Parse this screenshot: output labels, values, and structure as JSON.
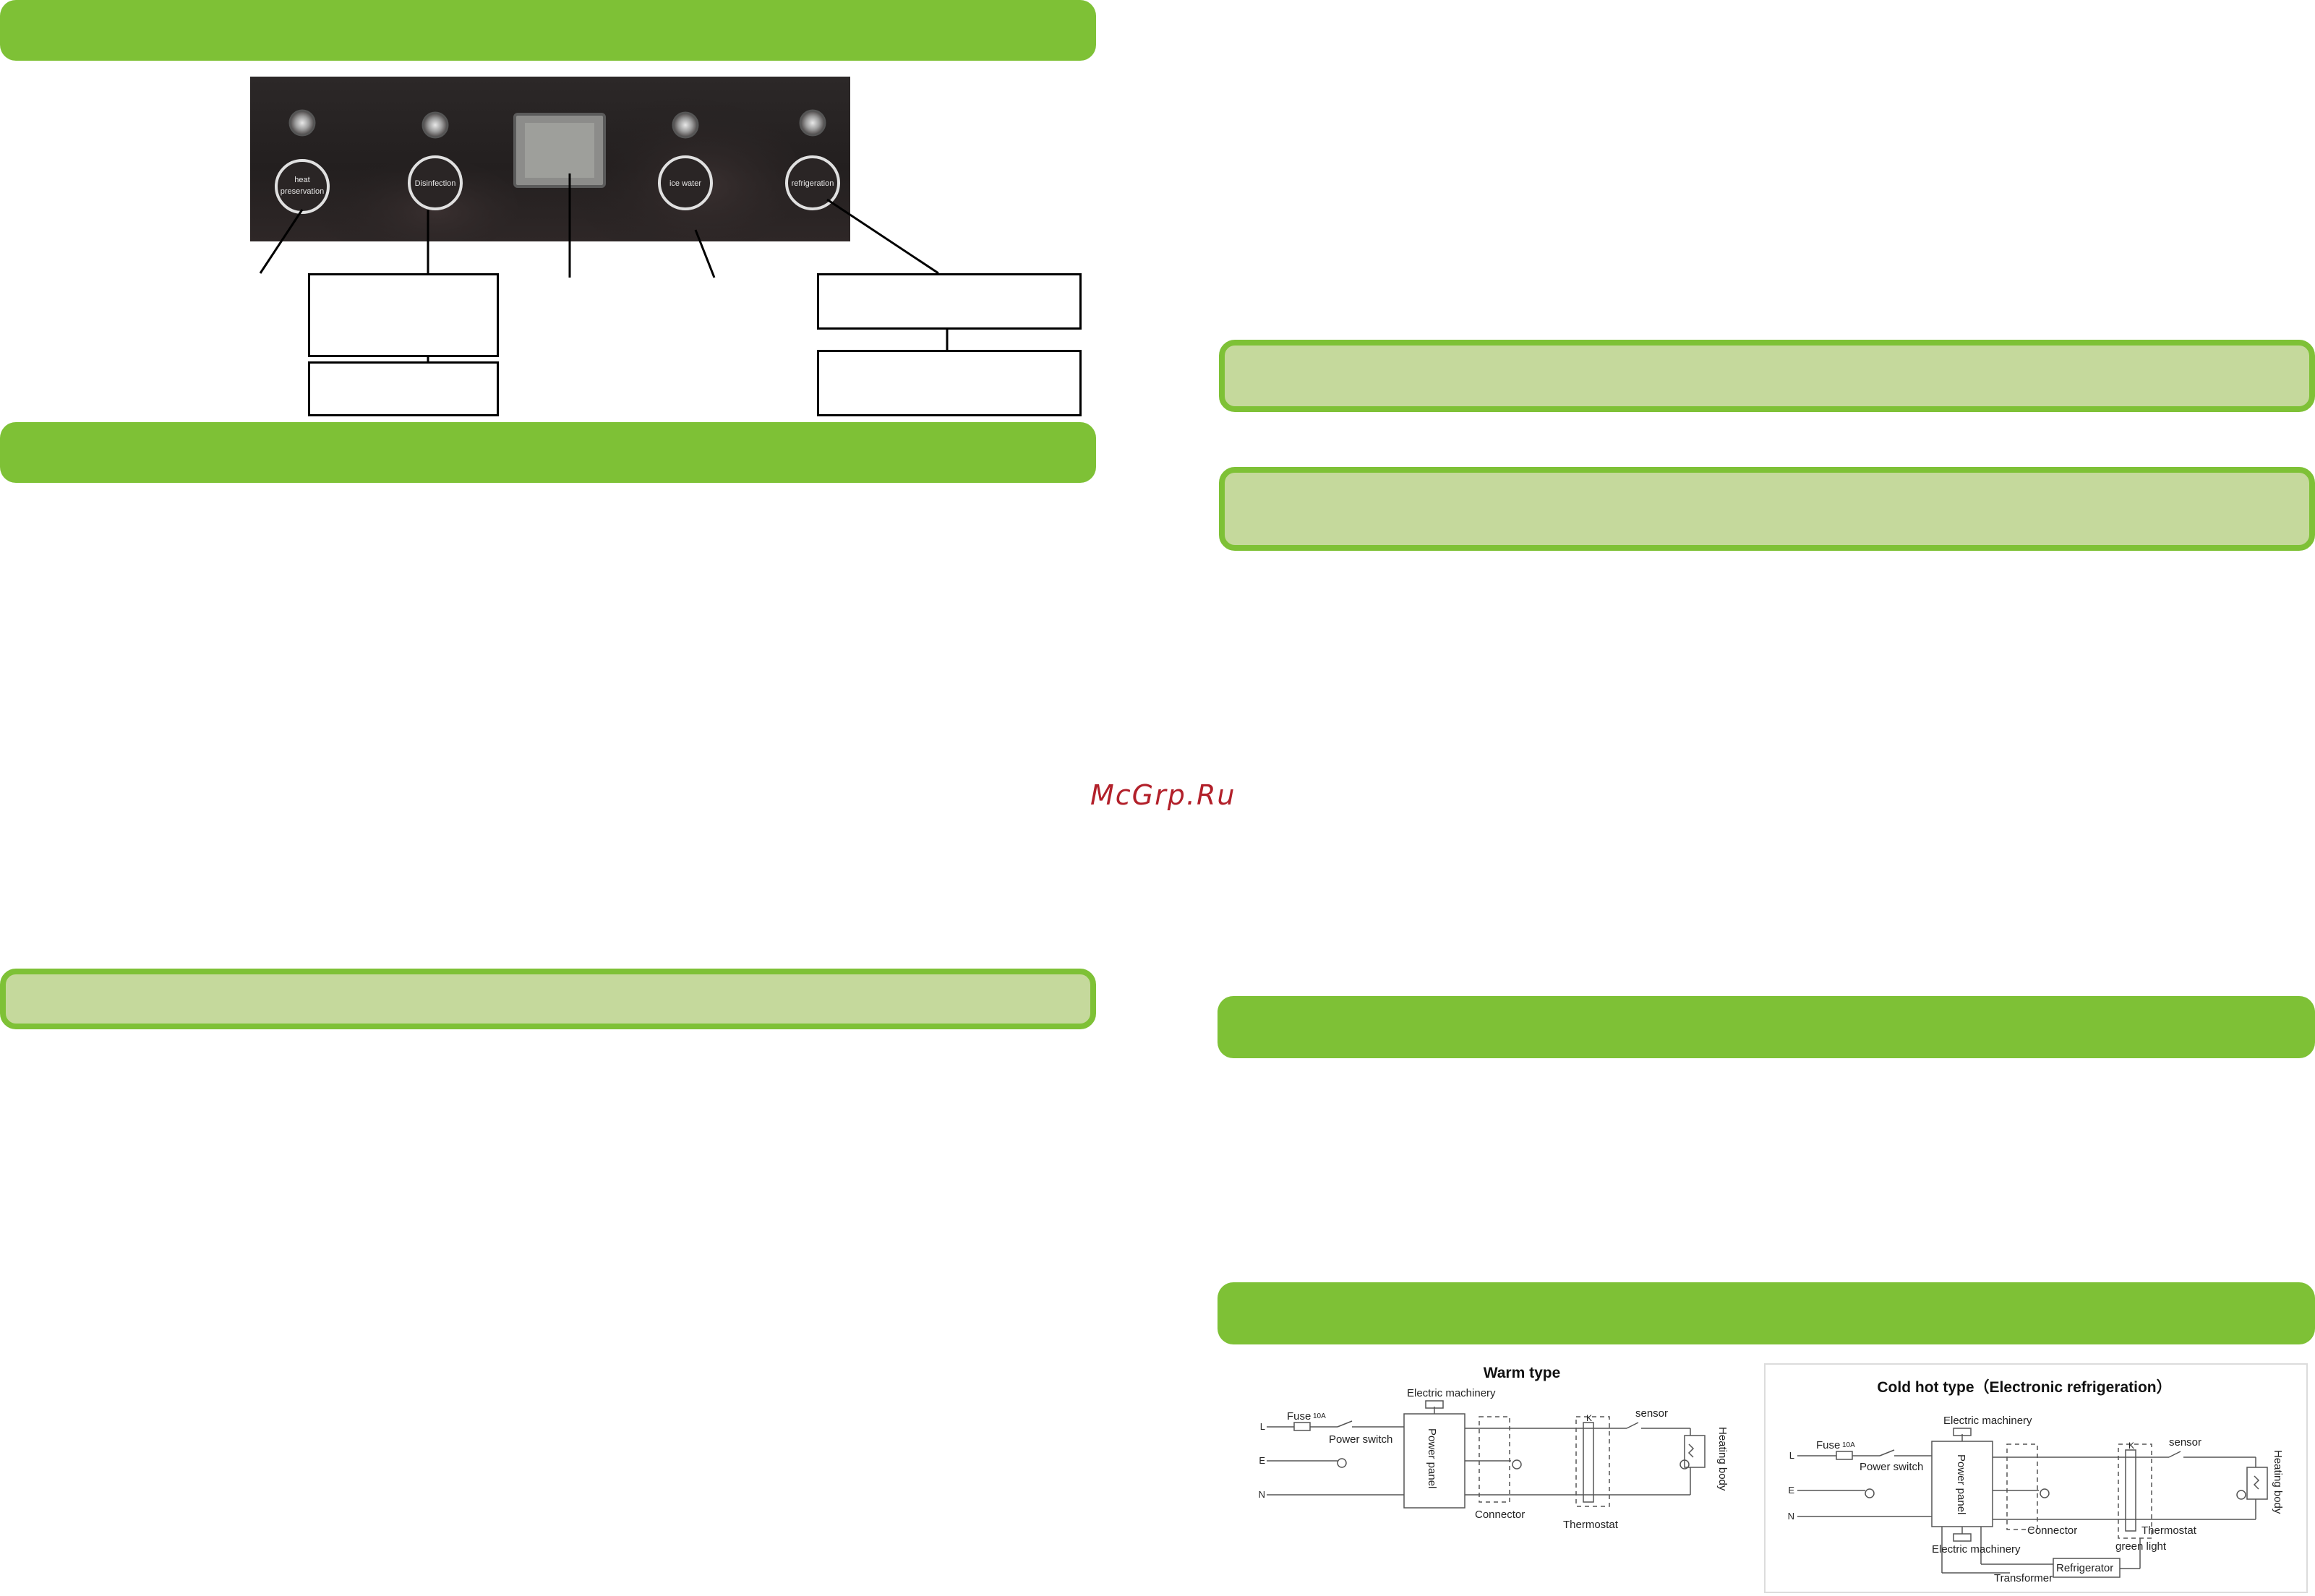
{
  "watermark": "McGrp.Ru",
  "control_panel": {
    "buttons": [
      {
        "id": "heat",
        "label_line1": "heat",
        "label_line2": "preservation"
      },
      {
        "id": "disinfection",
        "label_line1": "Disinfection",
        "label_line2": ""
      },
      {
        "id": "ice",
        "label_line1": "ice water",
        "label_line2": ""
      },
      {
        "id": "refrigeration",
        "label_line1": "refrigeration",
        "label_line2": ""
      }
    ]
  },
  "diagram_warm": {
    "title": "Warm type",
    "labels": {
      "fuse": "Fuse",
      "fuse_rating": "10A",
      "power_switch": "Power switch",
      "electric_machinery": "Electric machinery",
      "power_panel": "Power panel",
      "connector": "Connector",
      "thermostat": "Thermostat",
      "sensor": "sensor",
      "heating_body": "Heating body",
      "k": "K",
      "l": "L",
      "e": "E",
      "n": "N"
    }
  },
  "diagram_cold": {
    "title": "Cold hot type（Electronic refrigeration）",
    "labels": {
      "fuse": "Fuse",
      "fuse_rating": "10A",
      "power_switch": "Power switch",
      "electric_machinery_top": "Electric machinery",
      "electric_machinery_bottom": "Electric machinery",
      "power_panel": "Power panel",
      "connector": "Connector",
      "thermostat": "Thermostat",
      "green_light": "green light",
      "sensor": "sensor",
      "heating_body": "Heating body",
      "transformer": "Transformer",
      "refrigerator": "Refrigerator",
      "k": "K",
      "l": "L",
      "e": "E",
      "n": "N"
    }
  }
}
